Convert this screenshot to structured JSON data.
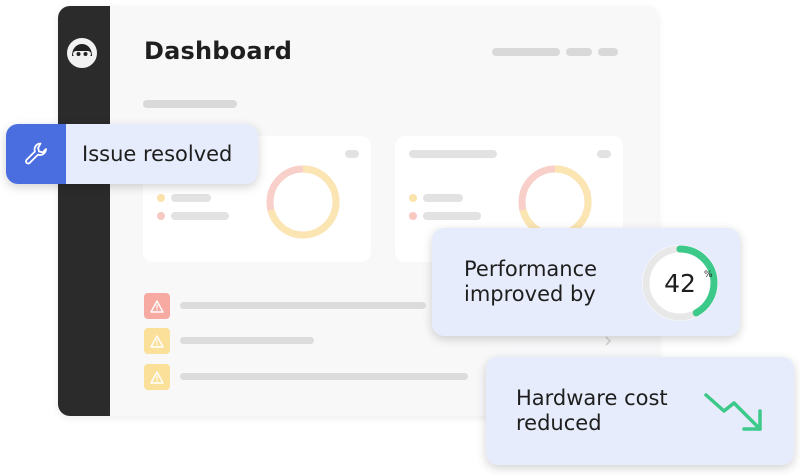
{
  "dashboard": {
    "title": "Dashboard"
  },
  "toasts": {
    "issue": {
      "label": "Issue resolved",
      "icon": "wrench-icon"
    },
    "performance": {
      "line1": "Performance",
      "line2": "improved by",
      "value": "42",
      "unit": "%",
      "progress_percent": 42
    },
    "hardware": {
      "line1": "Hardware cost",
      "line2": "reduced",
      "icon": "trending-down-icon"
    }
  },
  "colors": {
    "accent_blue": "#4a6ee0",
    "toast_bg": "#e6ecfb",
    "gauge_green": "#3cc98a",
    "alert_red": "#f28b82",
    "alert_yellow": "#f7d774",
    "sidebar": "#2b2b2b"
  },
  "alerts": [
    {
      "severity": "error",
      "icon": "warning-icon"
    },
    {
      "severity": "warning",
      "icon": "warning-icon"
    },
    {
      "severity": "warning",
      "icon": "warning-icon"
    }
  ]
}
